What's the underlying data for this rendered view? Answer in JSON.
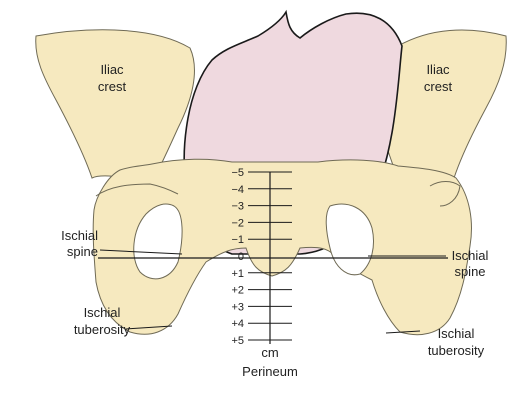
{
  "colors": {
    "bone_fill": "#f6e9bf",
    "bone_stroke": "#6f6a55",
    "head_fill": "#efd9df",
    "outline": "#1a1a1a",
    "text": "#222222"
  },
  "labels": {
    "iliac_crest_left": [
      "Iliac",
      "crest"
    ],
    "iliac_crest_right": [
      "Iliac",
      "crest"
    ],
    "ischial_spine_left": [
      "Ischial",
      "spine"
    ],
    "ischial_spine_right": [
      "Ischial",
      "spine"
    ],
    "ischial_tuberosity_left": [
      "Ischial",
      "tuberosity"
    ],
    "ischial_tuberosity_right": [
      "Ischial",
      "tuberosity"
    ],
    "unit": "cm",
    "perineum": "Perineum"
  },
  "station_scale": {
    "ticks": [
      "−5",
      "−4",
      "−3",
      "−2",
      "−1",
      "0",
      "+1",
      "+2",
      "+3",
      "+4",
      "+5"
    ]
  }
}
